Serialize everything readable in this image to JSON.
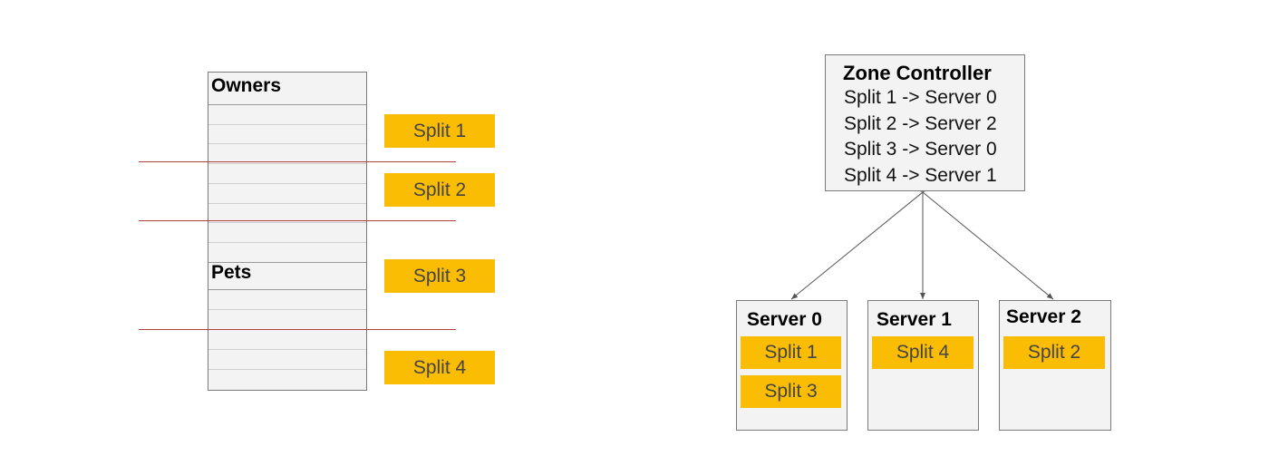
{
  "table": {
    "owners_label": "Owners",
    "pets_label": "Pets"
  },
  "left_splits": [
    "Split 1",
    "Split 2",
    "Split 3",
    "Split 4"
  ],
  "zone_controller": {
    "title": "Zone Controller",
    "mappings": [
      "Split 1 -> Server 0",
      "Split 2 -> Server 2",
      "Split 3 -> Server 0",
      "Split 4 -> Server 1"
    ]
  },
  "servers": [
    {
      "name": "Server 0",
      "splits": [
        "Split 1",
        "Split 3"
      ]
    },
    {
      "name": "Server 1",
      "splits": [
        "Split 4"
      ]
    },
    {
      "name": "Server 2",
      "splits": [
        "Split 2"
      ]
    }
  ],
  "colors": {
    "split_fill": "#fbbc04",
    "divider": "#b0403f",
    "box_fill": "#f3f3f3",
    "box_border": "#7a7a7a"
  }
}
